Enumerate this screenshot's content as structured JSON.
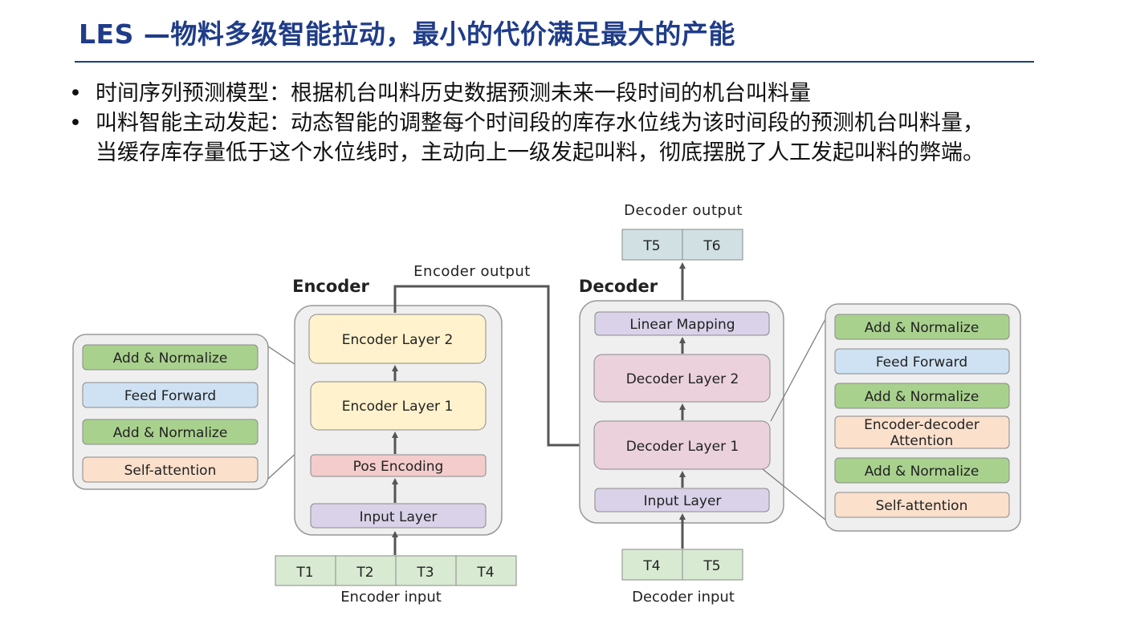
{
  "header": {
    "title": "LES —物料多级智能拉动，最小的代价满足最大的产能"
  },
  "bullets": [
    {
      "line1": "时间序列预测模型：根据机台叫料历史数据预测未来一段时间的机台叫料量",
      "line2": ""
    },
    {
      "line1": "叫料智能主动发起：动态智能的调整每个时间段的库存水位线为该时间段的预测机台叫料量，",
      "line2": "当缓存库存量低于这个水位线时，主动向上一级发起叫料，彻底摆脱了人工发起叫料的弊端。"
    }
  ],
  "diagram": {
    "encoder_title": "Encoder",
    "decoder_title": "Decoder",
    "encoder_output_label": "Encoder output",
    "decoder_output_label": "Decoder output",
    "encoder_input_label": "Encoder input",
    "decoder_input_label": "Decoder input",
    "encoder_layers": {
      "layer2": "Encoder Layer 2",
      "layer1": "Encoder Layer 1",
      "pos_encoding": "Pos Encoding",
      "input_layer": "Input Layer"
    },
    "decoder_layers": {
      "linear_mapping": "Linear Mapping",
      "layer2": "Decoder Layer 2",
      "layer1": "Decoder Layer 1",
      "input_layer": "Input Layer"
    },
    "encoder_detail": [
      "Add & Normalize",
      "Feed Forward",
      "Add & Normalize",
      "Self-attention"
    ],
    "decoder_detail": [
      "Add & Normalize",
      "Feed Forward",
      "Add & Normalize",
      "Encoder-decoder",
      "Attention",
      "Add & Normalize",
      "Self-attention"
    ],
    "encoder_inputs": [
      "T1",
      "T2",
      "T3",
      "T4"
    ],
    "decoder_inputs": [
      "T4",
      "T5"
    ],
    "decoder_outputs": [
      "T5",
      "T6"
    ],
    "colors": {
      "add_normalize": "#a9d18e",
      "feed_forward": "#cfe2f3",
      "self_attention": "#fbe0cc",
      "encoder_layer": "#fff2cc",
      "decoder_layer": "#ead1dc",
      "pos_encoding": "#f4cccc",
      "input_layer": "#d9d2e9",
      "token_input": "#d9ead3",
      "token_output": "#d0e0e3",
      "container": "#efefef"
    }
  }
}
